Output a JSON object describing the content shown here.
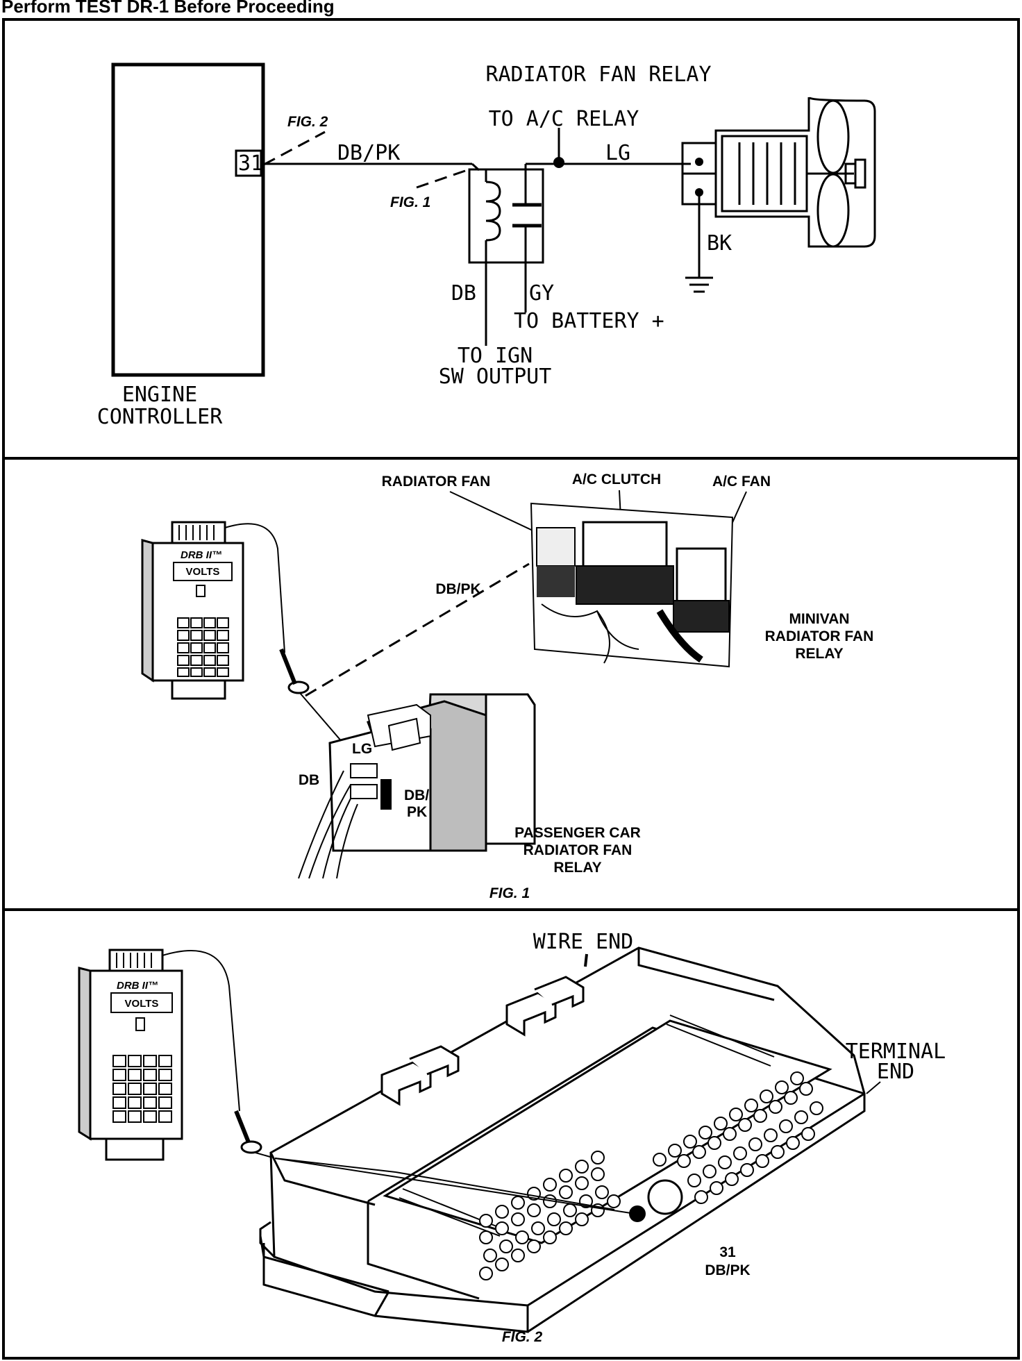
{
  "header": {
    "text": "Perform TEST DR-1 Before Proceeding"
  },
  "schematic": {
    "title": "RADIATOR FAN RELAY",
    "controller_label_line1": "ENGINE",
    "controller_label_line2": "CONTROLLER",
    "pin": "31",
    "fig2_callout": "FIG. 2",
    "fig1_callout": "FIG. 1",
    "wire_dbpk": "DB/PK",
    "to_ac_relay": "TO A/C RELAY",
    "wire_lg": "LG",
    "wire_bk": "BK",
    "wire_db": "DB",
    "wire_gy": "GY",
    "to_battery": "TO BATTERY +",
    "to_ign_line1": "TO IGN",
    "to_ign_line2": "SW OUTPUT"
  },
  "fig1": {
    "label_radiator_fan": "RADIATOR FAN",
    "label_ac_clutch": "A/C CLUTCH",
    "label_ac_fan": "A/C FAN",
    "label_dbpk": "DB/PK",
    "minivan_line1": "MINIVAN",
    "minivan_line2": "RADIATOR FAN",
    "minivan_line3": "RELAY",
    "label_lg": "LG",
    "label_db": "DB",
    "label_dbpk_relay_line1": "DB/",
    "label_dbpk_relay_line2": "PK",
    "passenger_line1": "PASSENGER CAR",
    "passenger_line2": "RADIATOR FAN",
    "passenger_line3": "RELAY",
    "caption": "FIG. 1",
    "tester_brand": "DRB II™",
    "tester_display": "VOLTS"
  },
  "fig2": {
    "wire_end": "WIRE END",
    "terminal_end_line1": "TERMINAL",
    "terminal_end_line2": "END",
    "pin_number": "31",
    "pin_color": "DB/PK",
    "caption": "FIG. 2",
    "tester_brand": "DRB II™",
    "tester_display": "VOLTS"
  }
}
